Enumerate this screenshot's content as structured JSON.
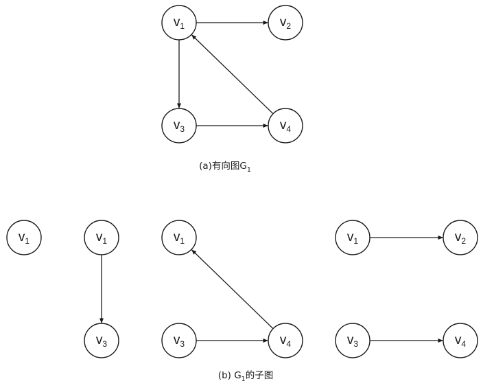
{
  "graphs": [
    {
      "id": "g1",
      "nodes": [
        {
          "id": "v1",
          "base": "v",
          "sub": "1"
        },
        {
          "id": "v2",
          "base": "v",
          "sub": "2"
        },
        {
          "id": "v3",
          "base": "v",
          "sub": "3"
        },
        {
          "id": "v4",
          "base": "v",
          "sub": "4"
        }
      ],
      "edges": [
        {
          "from": "v1",
          "to": "v2"
        },
        {
          "from": "v1",
          "to": "v3"
        },
        {
          "from": "v3",
          "to": "v4"
        },
        {
          "from": "v4",
          "to": "v1"
        }
      ]
    },
    {
      "id": "sub1",
      "nodes": [
        {
          "id": "v1",
          "base": "v",
          "sub": "1"
        }
      ],
      "edges": []
    },
    {
      "id": "sub2",
      "nodes": [
        {
          "id": "v1",
          "base": "v",
          "sub": "1"
        },
        {
          "id": "v3",
          "base": "v",
          "sub": "3"
        }
      ],
      "edges": [
        {
          "from": "v1",
          "to": "v3"
        }
      ]
    },
    {
      "id": "sub3",
      "nodes": [
        {
          "id": "v1",
          "base": "v",
          "sub": "1"
        },
        {
          "id": "v3",
          "base": "v",
          "sub": "3"
        },
        {
          "id": "v4",
          "base": "v",
          "sub": "4"
        }
      ],
      "edges": [
        {
          "from": "v3",
          "to": "v4"
        },
        {
          "from": "v4",
          "to": "v1"
        }
      ]
    },
    {
      "id": "sub4",
      "nodes": [
        {
          "id": "v1",
          "base": "v",
          "sub": "1"
        },
        {
          "id": "v2",
          "base": "v",
          "sub": "2"
        },
        {
          "id": "v3",
          "base": "v",
          "sub": "3"
        },
        {
          "id": "v4",
          "base": "v",
          "sub": "4"
        }
      ],
      "edges": [
        {
          "from": "v1",
          "to": "v2"
        },
        {
          "from": "v3",
          "to": "v4"
        }
      ]
    }
  ],
  "captions": {
    "a": {
      "prefix": "(a)有向图G",
      "sub": "1",
      "suffix": ""
    },
    "b": {
      "prefix": "(b) G",
      "sub": "1",
      "suffix": "的子图"
    }
  }
}
